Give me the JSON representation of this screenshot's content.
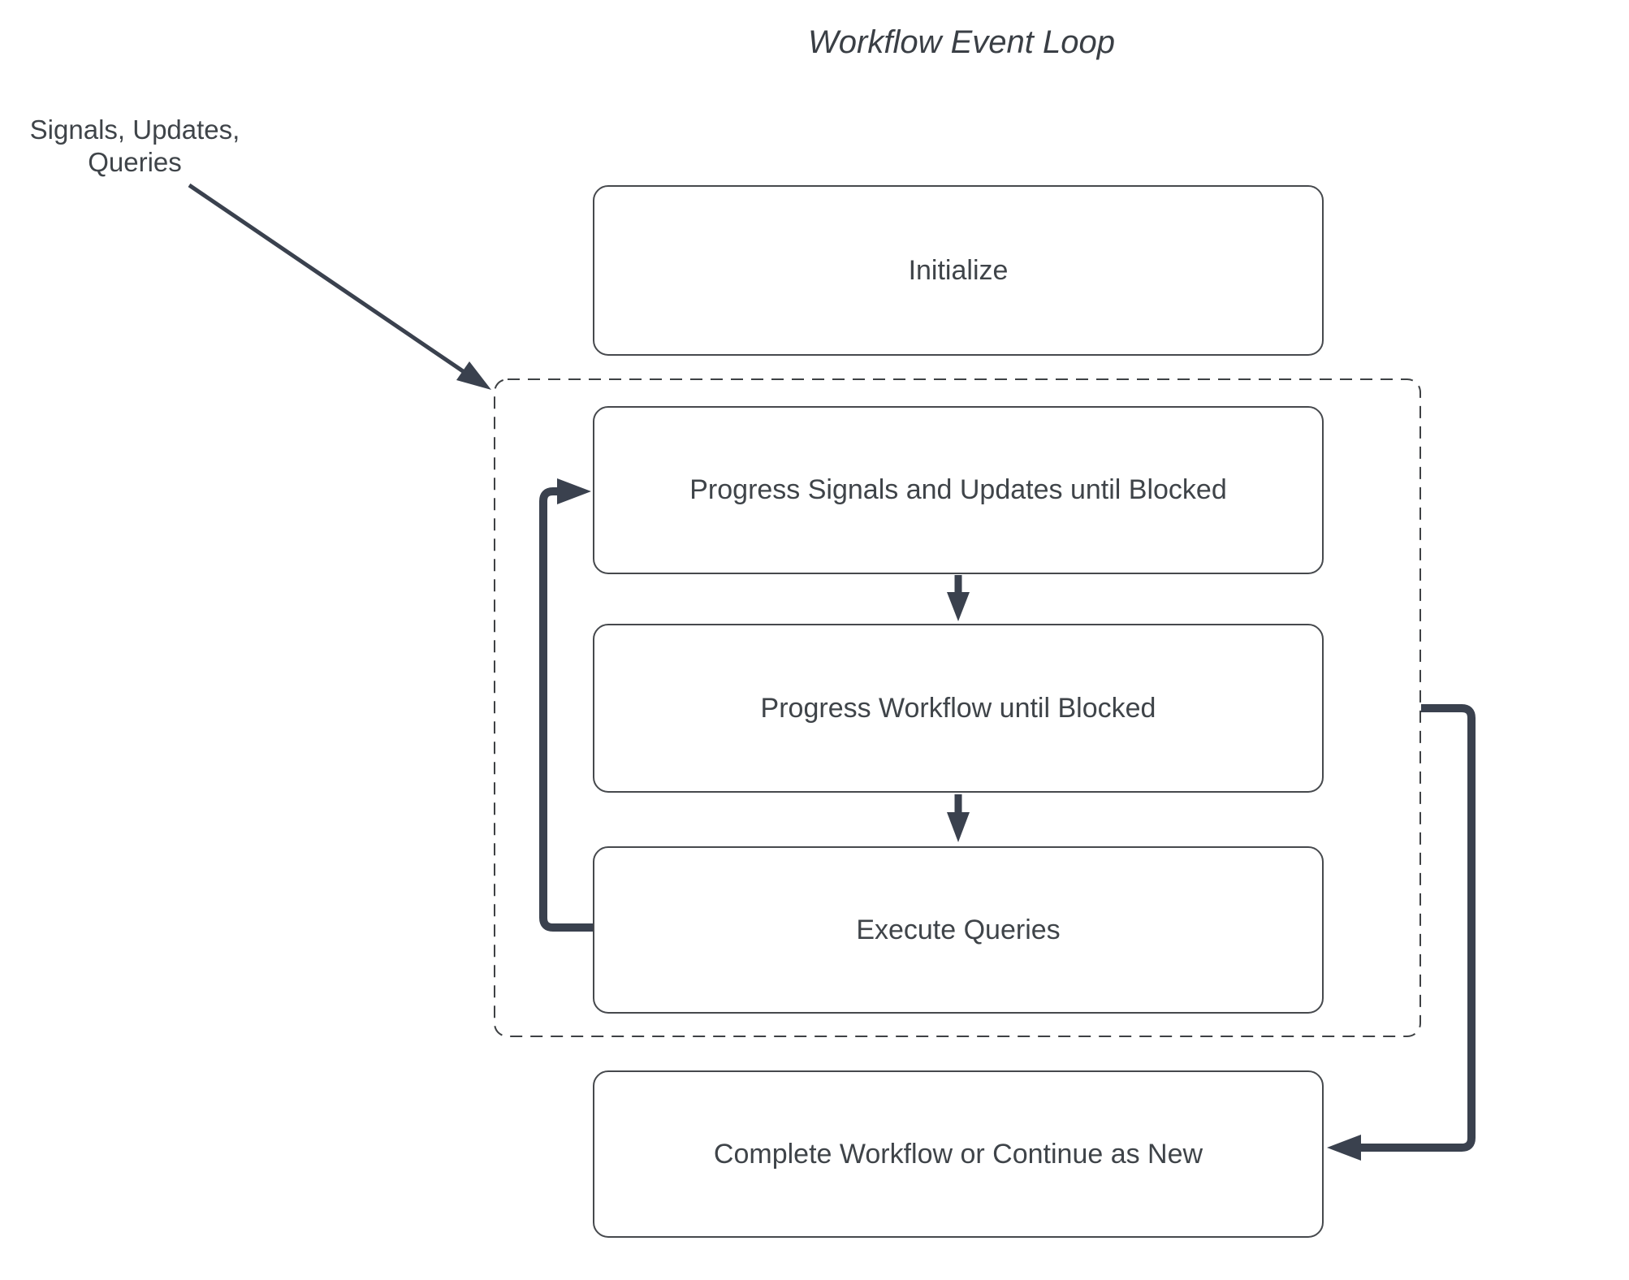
{
  "title": "Workflow Event Loop",
  "annotation": {
    "lines": [
      "Signals, Updates,",
      "Queries"
    ]
  },
  "nodes": [
    {
      "id": "initialize",
      "label": "Initialize"
    },
    {
      "id": "progress-signals-updates",
      "label": "Progress Signals and Updates until Blocked"
    },
    {
      "id": "progress-workflow",
      "label": "Progress Workflow until Blocked"
    },
    {
      "id": "execute-queries",
      "label": "Execute Queries"
    },
    {
      "id": "complete-workflow",
      "label": "Complete Workflow or Continue as New"
    }
  ],
  "edges": [
    {
      "from": "annotation-signals-updates-queries",
      "to": "event-loop-boundary",
      "style": "thin-arrow"
    },
    {
      "from": "progress-signals-updates",
      "to": "progress-workflow",
      "style": "thick-arrow"
    },
    {
      "from": "progress-workflow",
      "to": "execute-queries",
      "style": "thick-arrow"
    },
    {
      "from": "execute-queries",
      "to": "progress-signals-updates",
      "style": "thick-loop-back-left"
    },
    {
      "from": "event-loop-boundary",
      "to": "complete-workflow",
      "style": "thick-loop-right"
    }
  ],
  "colors": {
    "background": "#ffffff",
    "node_fill": "#ffffff",
    "node_border": "#46494d",
    "dashed_border": "#3e4144",
    "arrow": "#3a414e",
    "text": "#3f4449",
    "title_text": "#3a3f45"
  }
}
